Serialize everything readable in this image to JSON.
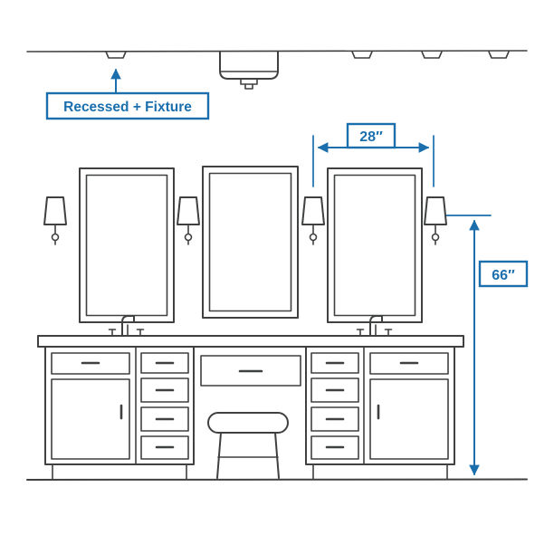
{
  "diagram": {
    "title_labels": {
      "recessed_fixture": "Recessed + Fixture"
    },
    "dimensions": {
      "sconce_spacing": "28″",
      "sconce_height": "66″"
    },
    "colors": {
      "line": "#3f4040",
      "accent": "#1b6fad",
      "background": "#ffffff"
    }
  }
}
